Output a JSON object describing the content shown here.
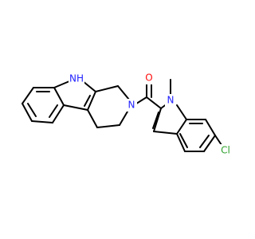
{
  "molecule": {
    "atoms": {
      "nh": "NH",
      "n_ring": "N",
      "o": "O",
      "n_methyl": "N",
      "cl": "Cl"
    },
    "colors": {
      "nitrogen": "#1f1fff",
      "oxygen": "#ff0d0d",
      "chlorine": "#2ea12e",
      "bond": "#000000"
    }
  }
}
